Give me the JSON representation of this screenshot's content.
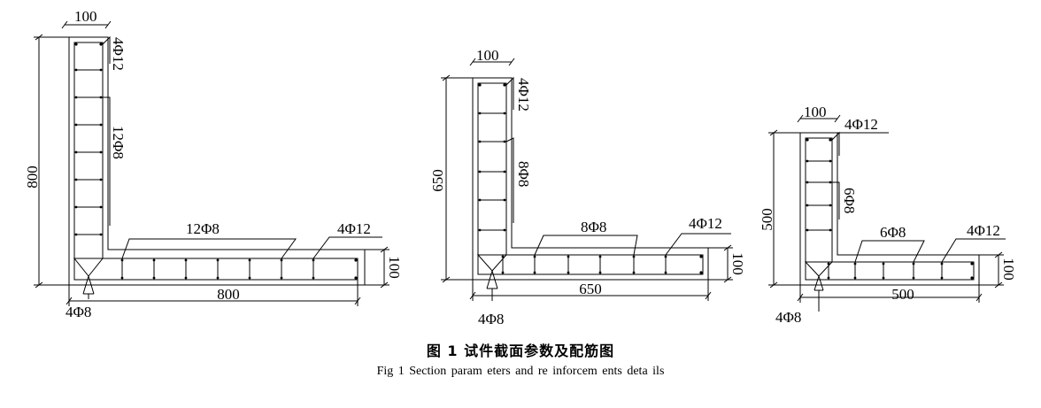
{
  "sections": [
    {
      "name": "section-800",
      "flange_width": "100",
      "height": "800",
      "length": "800",
      "thickness": "100",
      "corner_bars": "4Φ12",
      "vertical_bars": "12Φ8",
      "horizontal_bars": "12Φ8",
      "end_bars": "4Φ12",
      "stirrup_bars": "4Φ8"
    },
    {
      "name": "section-650",
      "flange_width": "100",
      "height": "650",
      "length": "650",
      "thickness": "100",
      "corner_bars": "4Φ12",
      "vertical_bars": "8Φ8",
      "horizontal_bars": "8Φ8",
      "end_bars": "4Φ12",
      "stirrup_bars": "4Φ8"
    },
    {
      "name": "section-500",
      "flange_width": "100",
      "height": "500",
      "length": "500",
      "thickness": "100",
      "corner_bars": "4Φ12",
      "vertical_bars": "6Φ8",
      "horizontal_bars": "6Φ8",
      "end_bars": "4Φ12",
      "stirrup_bars": "4Φ8"
    }
  ],
  "caption": {
    "chinese": "图 1  试件截面参数及配筋图",
    "english": "Fig 1   Section param eters and re inforcem ents deta ils"
  }
}
